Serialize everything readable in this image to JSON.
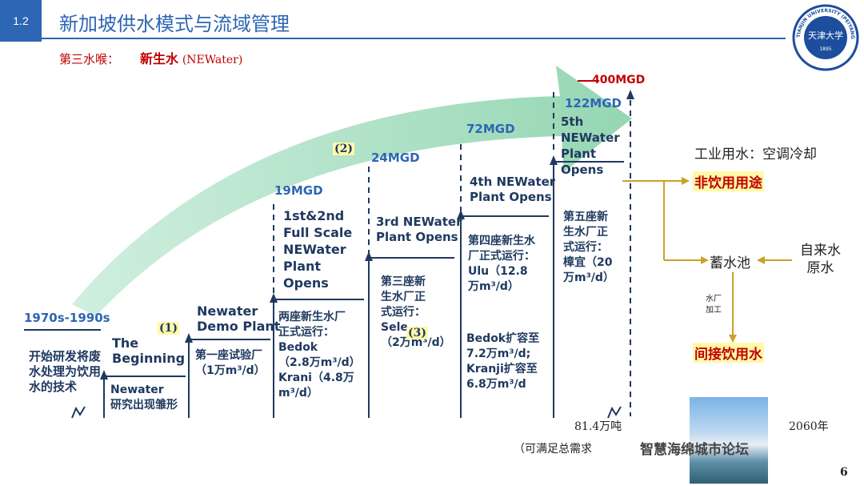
{
  "header": {
    "section_number": "1.2",
    "title": "新加坡供水模式与流域管理"
  },
  "subtitle": {
    "prefix": "第三水喉：",
    "highlight": "新生水",
    "english": "(NEWater)"
  },
  "logo": {
    "name_arc": "TIANJIN UNIVERSITY (PEIYANG UNIVERSITY)",
    "center": "天津大学",
    "year": "1895"
  },
  "timeline": {
    "start_label": "1970s-1990s",
    "start_desc": [
      "开始研发将废",
      "水处理为饮用",
      "水的技术"
    ],
    "stages": [
      {
        "marker": "(1)",
        "en": [
          "The",
          "Beginning"
        ],
        "cn": [
          "Newater",
          "研究出现雏形"
        ]
      },
      {
        "en": [
          "Newater",
          "Demo Plant"
        ],
        "cn": [
          "第一座试验厂",
          "（1万m³/d）"
        ]
      },
      {
        "mgd": "19MGD",
        "en": [
          "1st&2nd",
          "Full Scale",
          "NEWater",
          "Plant",
          "Opens"
        ],
        "cn": [
          "两座新生水厂",
          "正式运行：",
          "Bedok",
          "（2.8万m³/d）",
          "Krani（4.8万",
          "m³/d）"
        ]
      },
      {
        "marker": "(2)",
        "mgd": "24MGD",
        "en": [
          "3rd NEWater",
          "Plant Opens"
        ],
        "cn": [
          "第三座新",
          "生水厂正",
          "式运行：",
          "Sele",
          "（2万m³/d）"
        ],
        "marker_inline": "(3)"
      },
      {
        "mgd": "72MGD",
        "en": [
          "4th NEWater",
          "Plant Opens"
        ],
        "cn": [
          "第四座新生水",
          "厂正式运行：",
          "Ulu（12.8",
          "万m³/d）"
        ],
        "cn2": [
          "Bedok扩容至",
          "7.2万m³/d;",
          "Kranji扩容至",
          "6.8万m³/d"
        ]
      },
      {
        "mgd": "122MGD",
        "en": [
          "5th",
          "NEWater",
          "Plant",
          "Opens"
        ],
        "cn": [
          "第五座新",
          "生水厂正",
          "式运行：",
          "樟宜（20",
          "万m³/d）"
        ]
      }
    ],
    "target_mgd": "400MGD"
  },
  "flow": {
    "industrial": "工业用水：空调冷却",
    "non_potable": "非饮用用途",
    "reservoir": "蓄水池",
    "tap_water": [
      "自来水",
      "原水"
    ],
    "plant_process": [
      "水厂",
      "加工"
    ],
    "indirect_potable": "间接饮用水"
  },
  "footnotes": {
    "left_top": "81.4万吨",
    "left_bottom": "（可满足总需求",
    "right_top": "2060年"
  },
  "watermark": "智慧海绵城市论坛",
  "page_number": "6",
  "colors": {
    "accent": "#2d66b4",
    "highlight": "#c00000",
    "arrow": "#a8dfc0",
    "flow_arrow": "#c9a227"
  }
}
